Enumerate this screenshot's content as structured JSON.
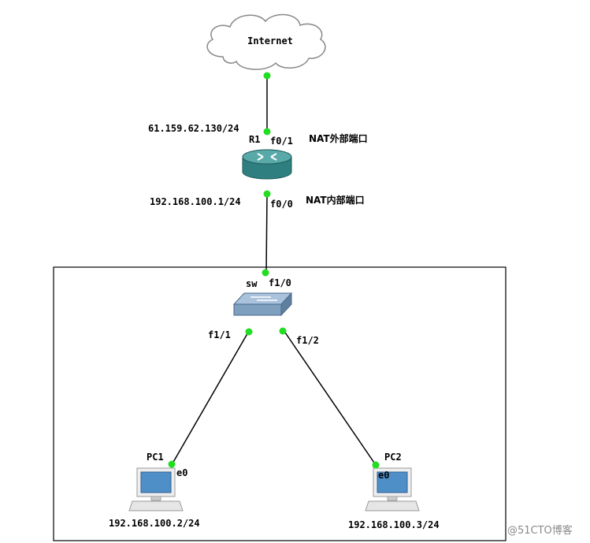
{
  "colors": {
    "link": "#000000",
    "port_dot": "#22dd22",
    "router_body": "#3a8a8a",
    "switch_body": "#7f9fbf",
    "pc_screen": "#4f8fc8",
    "cloud_stroke": "#888888"
  },
  "cloud": {
    "label": "Internet",
    "icon": "cloud-icon"
  },
  "router": {
    "name": "R1",
    "icon": "router-icon",
    "port_top": "f0/1",
    "port_bottom": "f0/0"
  },
  "switch": {
    "name": "sw",
    "icon": "switch-icon",
    "port_top": "f1/0",
    "port_left": "f1/1",
    "port_right": "f1/2"
  },
  "pc1": {
    "name": "PC1",
    "icon": "pc-icon",
    "port": "e0",
    "ip": "192.168.100.2/24"
  },
  "pc2": {
    "name": "PC2",
    "icon": "pc-icon",
    "port": "e0",
    "ip": "192.168.100.3/24"
  },
  "labels": {
    "wan_ip": "61.159.62.130/24",
    "lan_ip": "192.168.100.1/24",
    "nat_outside": "NAT外部端口",
    "nat_inside": "NAT内部端口"
  },
  "watermark": "@51CTO博客"
}
